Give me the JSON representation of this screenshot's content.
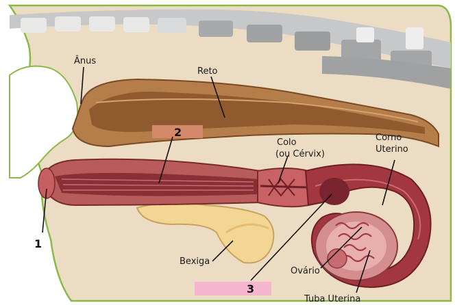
{
  "labels": {
    "anus": "Ânus",
    "reto": "Reto",
    "colo_line1": "Colo",
    "colo_line2": "(ou Cérvix)",
    "corno_line1": "Corno",
    "corno_line2": "Uterino",
    "bexiga": "Bexiga",
    "ovario": "Ovário",
    "tuba": "Tuba Uterina"
  },
  "numbers": {
    "n1": "1",
    "n2": "2",
    "n3": "3"
  },
  "colors": {
    "background": "#ebdcc3",
    "skin_outline": "#7fae3b",
    "rectum": "#a06b3a",
    "vagina": "#b05050",
    "uterus": "#9c3a40",
    "bladder": "#f0cf8a",
    "spine": "#b9bcbd",
    "box2": "#d48a6a",
    "box3": "#f6b6cf"
  }
}
